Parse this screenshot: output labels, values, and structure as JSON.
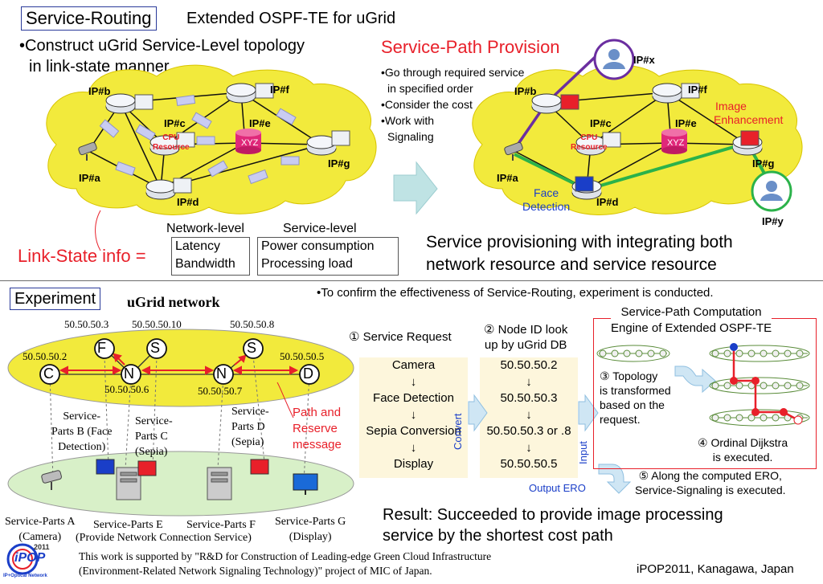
{
  "header": {
    "section_tag": "Service-Routing",
    "subtitle": "Extended OSPF-TE for uGrid"
  },
  "left_topology": {
    "bullet": "•Construct uGrid Service-Level topology",
    "bullet_cont": "in link-state manner",
    "nodes": {
      "a": "IP#a",
      "b": "IP#b",
      "c": "IP#c",
      "d": "IP#d",
      "e": "IP#e",
      "f": "IP#f",
      "g": "IP#g"
    },
    "cpu_label_1": "CPU",
    "cpu_label_2": "Resource",
    "xyz_label": "XYZ"
  },
  "link_state": {
    "label": "Link-State info =",
    "network_level_header": "Network-level",
    "service_level_header": "Service-level",
    "network_items": [
      "Latency",
      "Bandwidth"
    ],
    "service_items": [
      "Power consumption",
      "Processing load"
    ]
  },
  "provision": {
    "title": "Service-Path Provision",
    "bullets": [
      "•Go through required service",
      "in specified order",
      "•Consider the cost",
      "•Work with",
      "Signaling"
    ],
    "nodes": {
      "a": "IP#a",
      "b": "IP#b",
      "c": "IP#c",
      "d": "IP#d",
      "e": "IP#e",
      "f": "IP#f",
      "g": "IP#g",
      "x": "IP#x",
      "y": "IP#y"
    },
    "image_enh_1": "Image",
    "image_enh_2": "Enhancement",
    "face_1": "Face",
    "face_2": "Detection",
    "cpu_label_1": "CPU",
    "cpu_label_2": "Resource",
    "xyz_label": "XYZ",
    "summary_1": "Service provisioning with integrating both",
    "summary_2": "network resource and service resource"
  },
  "experiment": {
    "tag": "Experiment",
    "network_title": "uGrid network",
    "note": "•To confirm the effectiveness of Service-Routing, experiment is conducted.",
    "ips": {
      "ip3": "50.50.50.3",
      "ip10": "50.50.50.10",
      "ip8": "50.50.50.8",
      "ip2": "50.50.50.2",
      "ip5": "50.50.50.5",
      "ip6": "50.50.50.6",
      "ip7": "50.50.50.7"
    },
    "nodes": {
      "F": "F",
      "S1": "S",
      "S2": "S",
      "C": "C",
      "N1": "N",
      "N2": "N",
      "D": "D"
    },
    "parts_b": [
      "Service-",
      "Parts B (Face",
      "Detection)"
    ],
    "parts_c": [
      "Service-",
      "Parts C",
      "(Sepia)"
    ],
    "parts_d": [
      "Service-",
      "Parts D",
      "(Sepia)"
    ],
    "path_msg": [
      "Path and",
      "Reserve",
      "message"
    ],
    "parts_a": [
      "Service-Parts A",
      "(Camera)"
    ],
    "parts_e": [
      "Service-Parts E"
    ],
    "parts_f": [
      "Service-Parts F"
    ],
    "parts_e_f_sub": "(Provide Network Connection Service)",
    "parts_g": [
      "Service-Parts G",
      "(Display)"
    ]
  },
  "flow": {
    "step1": "① Service Request",
    "step2": [
      "② Node ID look",
      "up by uGrid DB"
    ],
    "requests": [
      "Camera",
      "↓",
      "Face Detection",
      "↓",
      "Sepia Conversion",
      "↓",
      "Display"
    ],
    "ids": [
      "50.50.50.2",
      "↓",
      "50.50.50.3",
      "↓",
      "50.50.50.3 or .8",
      "↓",
      "50.50.50.5"
    ],
    "convert": "Convert",
    "input": "Input",
    "output_ero": "Output ERO"
  },
  "engine": {
    "title_1": "Service-Path Computation",
    "title_2": "Engine of Extended OSPF-TE",
    "step3": [
      "③ Topology",
      "is transformed",
      "based on the",
      "request."
    ],
    "step4": [
      "④ Ordinal Dijkstra",
      "is executed."
    ],
    "step5": [
      "⑤ Along the computed ERO,",
      "Service-Signaling is executed."
    ]
  },
  "result": {
    "line1": "Result: Succeeded to provide image processing",
    "line2": "service by the shortest cost path"
  },
  "footer": {
    "logo_text": "iPOP",
    "logo_year": "2011",
    "logo_sub": "IP+Optical Network",
    "ack_1": "This work is supported by \"R&D for Construction of Leading-edge Green Cloud Infrastructure",
    "ack_2": "(Environment-Related Network Signaling Technology)\" project of MIC of Japan.",
    "venue": "iPOP2011, Kanagawa, Japan"
  },
  "colors": {
    "accent_red": "#e8202a",
    "cloud_yellow": "#f2ea3c",
    "cloud_green": "#d8f0c8",
    "box_blue": "#2a3a9a",
    "path_green": "#2bb24a",
    "path_purple": "#6b2ea0",
    "link_red": "#e8202a"
  }
}
